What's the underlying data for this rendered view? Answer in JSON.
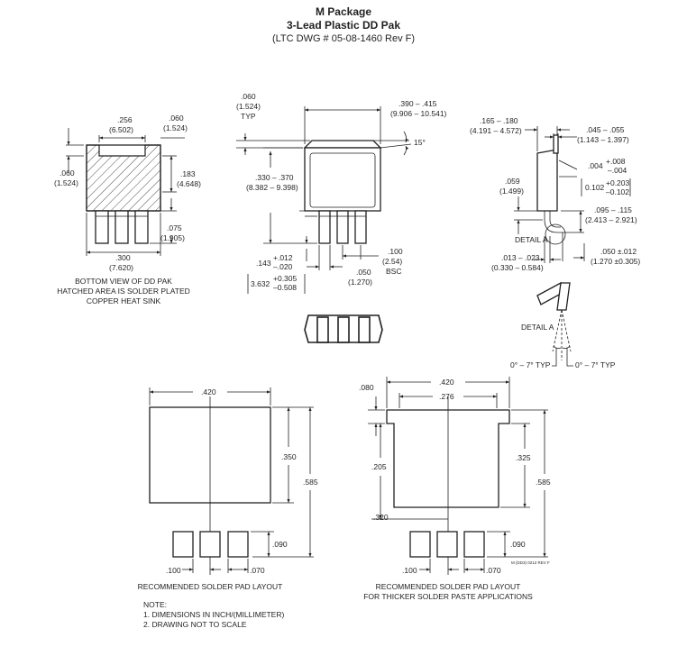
{
  "title": {
    "line1": "M Package",
    "line2": "3-Lead Plastic DD Pak",
    "line3": "(LTC DWG # 05-08-1460 Rev F)"
  },
  "bottom_view": {
    "dim_256": ".256",
    "dim_256_mm": "(6.502)",
    "dim_060r": ".060",
    "dim_060r_mm": "(1.524)",
    "dim_060l": ".060",
    "dim_060l_mm": "(1.524)",
    "dim_183": ".183",
    "dim_183_mm": "(4.648)",
    "dim_075": ".075",
    "dim_075_mm": "(1.905)",
    "dim_300": ".300",
    "dim_300_mm": "(7.620)",
    "caption1": "BOTTOM VIEW OF DD PAK",
    "caption2": "HATCHED AREA IS SOLDER PLATED",
    "caption3": "COPPER HEAT SINK"
  },
  "top_view": {
    "dim_060": ".060",
    "dim_060_mm": "(1.524)",
    "typ": "TYP",
    "dim_390": ".390 – .415",
    "dim_390_mm": "(9.906 – 10.541)",
    "angle": "15°",
    "dim_330": ".330 – .370",
    "dim_330_mm": "(8.382 – 9.398)",
    "dim_143": ".143",
    "dim_143_tol_up": "+.012",
    "dim_143_tol_dn": "–.020",
    "dim_3632": "3.632",
    "dim_3632_tol_up": "+0.305",
    "dim_3632_tol_dn": "–0.508",
    "dim_100": ".100",
    "dim_100_mm": "(2.54)",
    "bsc": "BSC",
    "dim_050": ".050",
    "dim_050_mm": "(1.270)"
  },
  "side_view": {
    "dim_165": ".165 – .180",
    "dim_165_mm": "(4.191 – 4.572)",
    "dim_045": ".045 – .055",
    "dim_045_mm": "(1.143 – 1.397)",
    "dim_004": ".004",
    "dim_004_tol_up": "+.008",
    "dim_004_tol_dn": "–.004",
    "dim_0102": "0.102",
    "dim_0102_tol_up": "+0.203",
    "dim_0102_tol_dn": "–0.102",
    "dim_059": ".059",
    "dim_059_mm": "(1.499)",
    "dim_095": ".095 – .115",
    "dim_095_mm": "(2.413 – 2.921)",
    "detail_a": "DETAIL A",
    "dim_050": ".050 ±.012",
    "dim_050_mm": "(1.270 ±0.305)",
    "dim_013": ".013 – .023",
    "dim_013_mm": "(0.330 – 0.584)",
    "detail_a2": "DETAIL A",
    "angle_l": "0° – 7° TYP",
    "angle_r": "0° – 7° TYP"
  },
  "pad_layout_1": {
    "dim_420": ".420",
    "dim_350": ".350",
    "dim_585": ".585",
    "dim_090": ".090",
    "dim_100": ".100",
    "dim_070": ".070",
    "caption": "RECOMMENDED SOLDER PAD LAYOUT"
  },
  "pad_layout_2": {
    "dim_080": ".080",
    "dim_420": ".420",
    "dim_276": ".276",
    "dim_325": ".325",
    "dim_205": ".205",
    "dim_585": ".585",
    "dim_320": ".320",
    "dim_090": ".090",
    "dim_100": ".100",
    "dim_070": ".070",
    "caption1": "RECOMMENDED SOLDER PAD LAYOUT",
    "caption2": "FOR THICKER SOLDER PASTE APPLICATIONS",
    "dwg_ref": "M (DD3) 0212 REV F"
  },
  "notes": {
    "heading": "NOTE:",
    "item1": "1. DIMENSIONS IN INCH/(MILLIMETER)",
    "item2": "2. DRAWING NOT TO SCALE"
  }
}
